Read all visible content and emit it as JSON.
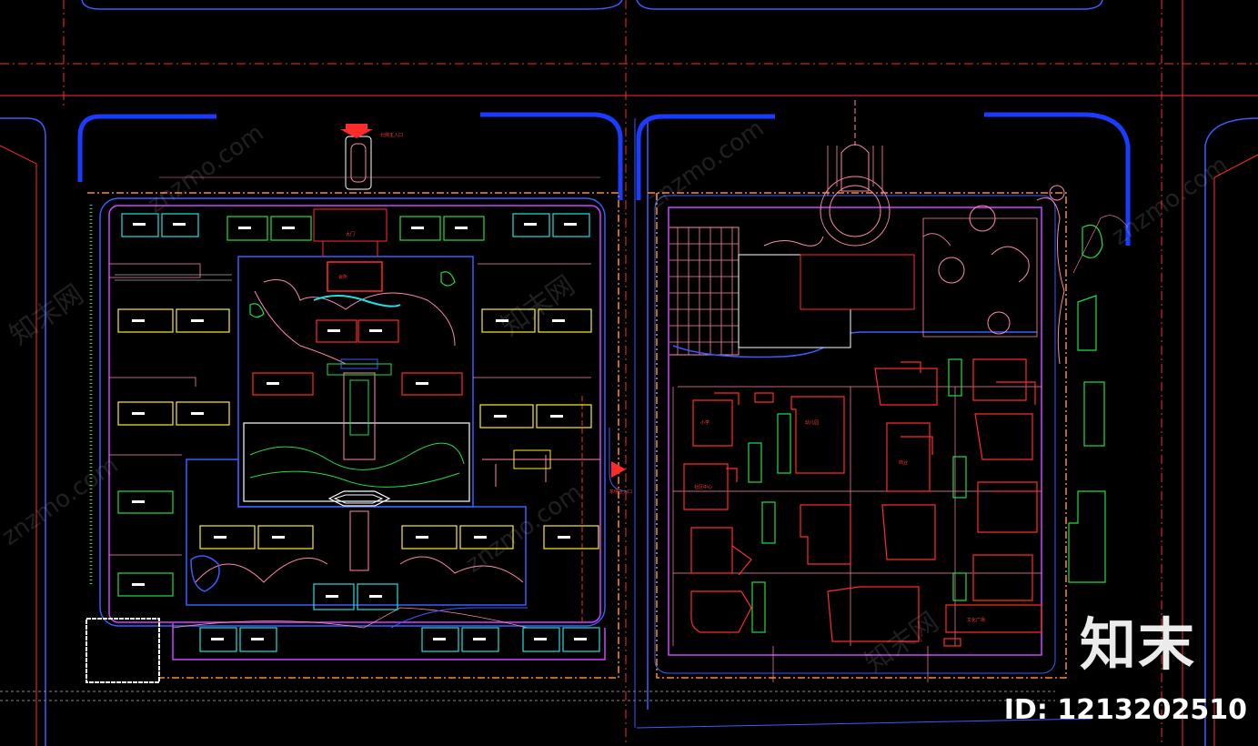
{
  "watermark": {
    "site": "znzmo.com",
    "site_cn": "知末网",
    "brand": "知末",
    "id_text": "ID: 1213202510"
  },
  "labels": {
    "north_entry": "北侧主入口",
    "east_entry": "东侧主入口",
    "main_gate": "大门",
    "clubhouse": "会所",
    "school_a": "小学",
    "school_b": "幼儿园",
    "community": "社区中心",
    "market": "商业",
    "plaza": "文化广场"
  },
  "colors": {
    "background": "#000000",
    "road_red": "#ff2a2a",
    "road_orange": "#ff8c1a",
    "boundary_blue": "#1a3cff",
    "magenta": "#cc44ff",
    "building_cyan": "#22e0e0",
    "building_green": "#22dd44",
    "building_yellow": "#ffee22",
    "building_red": "#ff2a2a",
    "pink": "#ff88aa"
  }
}
